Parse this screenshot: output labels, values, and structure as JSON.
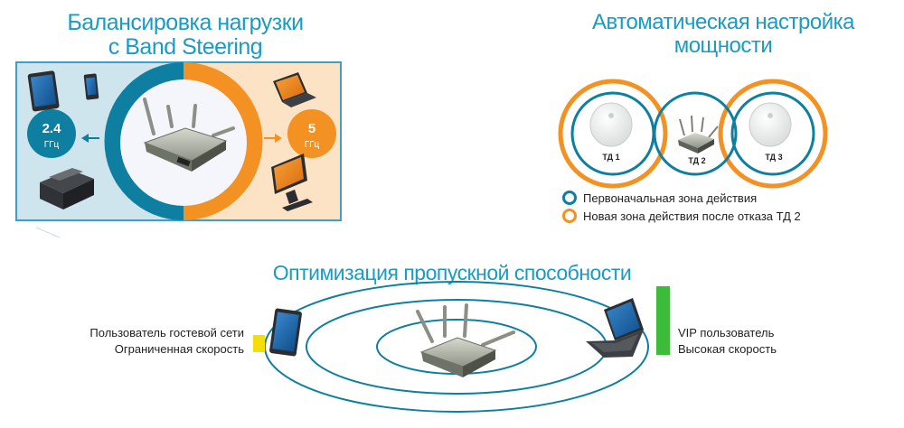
{
  "titles": {
    "band_steering_line1": "Балансировка нагрузки",
    "band_steering_line2": "c Band Steering",
    "power_line1": "Автоматическая настройка",
    "power_line2": "мощности",
    "throughput": "Оптимизация пропускной способности"
  },
  "band_steering": {
    "band_24_value": "2.4",
    "band_24_unit": "ГГц",
    "band_5_value": "5",
    "band_5_unit": "ГГц"
  },
  "power": {
    "ap1": "ТД 1",
    "ap2": "ТД 2",
    "ap3": "ТД 3",
    "legend": [
      {
        "label": "Первоначальная зона действия",
        "color": "#0e7fa0"
      },
      {
        "label": "Новая зона действия после отказа ТД 2",
        "color": "#f39123"
      }
    ]
  },
  "throughput": {
    "guest_line1": "Пользователь гостевой сети",
    "guest_line2": "Ограниченная скорость",
    "vip_line1": "VIP пользователь",
    "vip_line2": "Высокая скорость"
  },
  "colors": {
    "title_blue": "#1a9bc4",
    "ring_blue": "#0e7fa0",
    "ring_orange": "#f39123",
    "panel_left": "#cfe5ee",
    "panel_right": "#fde3c5",
    "speed_low": "#f5dd0a",
    "speed_high": "#3dbb3b"
  }
}
